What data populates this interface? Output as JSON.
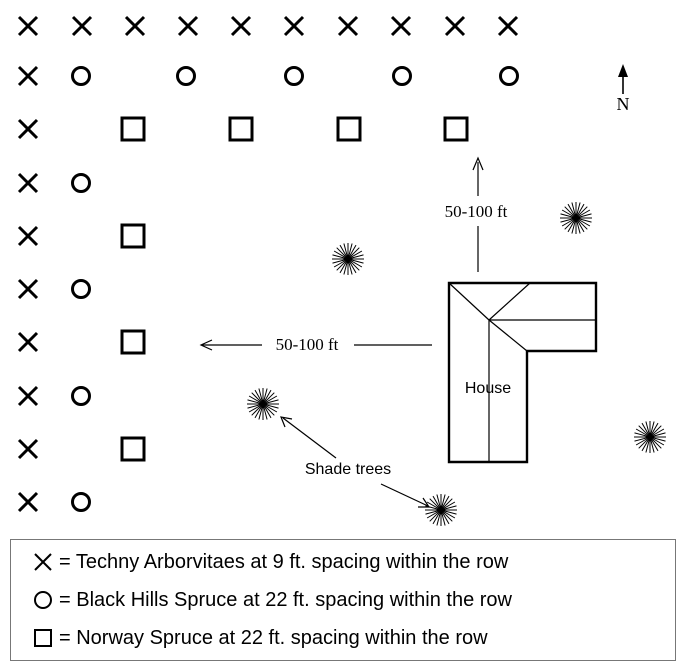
{
  "labels": {
    "north": "N",
    "house": "House",
    "distance_north": "50-100 ft",
    "distance_west": "50-100 ft",
    "shade_trees": "Shade trees"
  },
  "legend": [
    {
      "symbol": "x-icon",
      "text": "= Techny Arborvitaes at 9 ft. spacing within the row"
    },
    {
      "symbol": "circle-icon",
      "text": "= Black Hills Spruce at 22 ft. spacing within the row"
    },
    {
      "symbol": "square-icon",
      "text": "= Norway Spruce at 22 ft. spacing within the row"
    }
  ]
}
